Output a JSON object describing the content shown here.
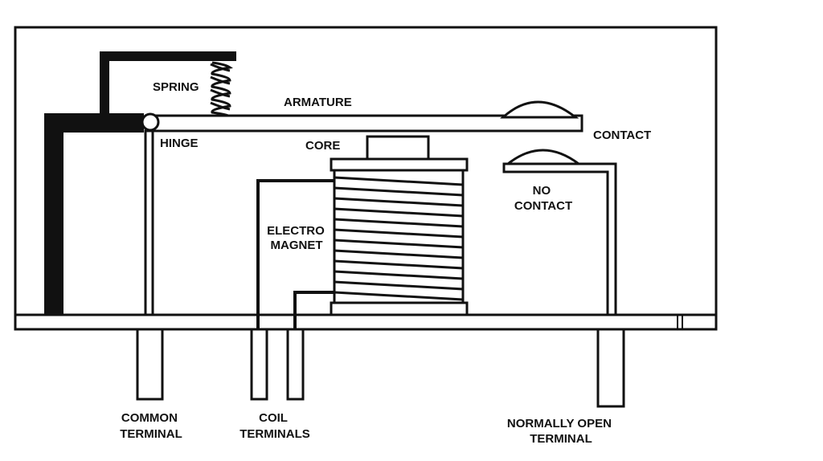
{
  "diagram": {
    "labels": {
      "spring": "SPRING",
      "armature": "ARMATURE",
      "hinge": "HINGE",
      "core": "CORE",
      "contact": "CONTACT",
      "no_contact": [
        "NO",
        "CONTACT"
      ],
      "electromagnet": [
        "ELECTRO",
        "MAGNET"
      ],
      "common_terminal": [
        "COMMON",
        "TERMINAL"
      ],
      "coil_terminals": [
        "COIL",
        "TERMINALS"
      ],
      "normally_open_terminal": [
        "NORMALLY OPEN",
        "TERMINAL"
      ]
    }
  }
}
